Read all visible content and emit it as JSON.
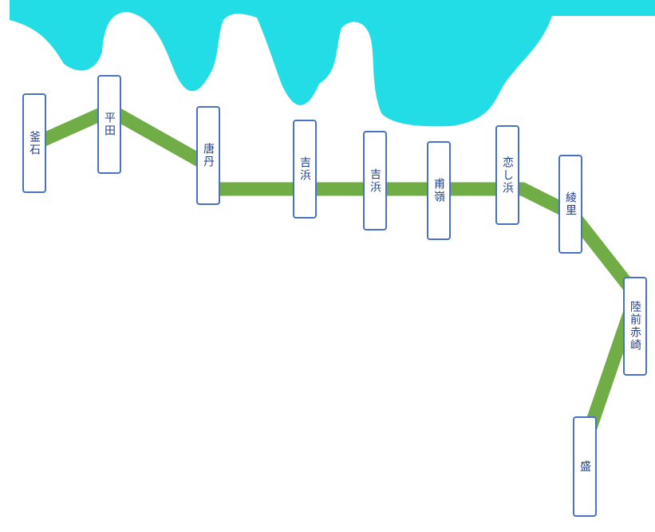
{
  "diagram": {
    "colors": {
      "sea": "#22dde6",
      "track": "#70ad47",
      "station_border": "#4a72c4",
      "station_text": "#1f3f8a"
    },
    "stations": [
      {
        "id": "kamaishi",
        "label": "釜石"
      },
      {
        "id": "heita",
        "label": "平田"
      },
      {
        "id": "toni",
        "label": "唐丹"
      },
      {
        "id": "sanriku",
        "label": "吉浜"
      },
      {
        "id": "yoshihama",
        "label": "吉浜"
      },
      {
        "id": "tomaiyama",
        "label": "甫嶺"
      },
      {
        "id": "koishihama",
        "label": "恋し浜"
      },
      {
        "id": "ryori",
        "label": "綾里"
      },
      {
        "id": "rikuzen-akasaki",
        "label": "陸前赤崎"
      },
      {
        "id": "sakari",
        "label": "盛"
      }
    ]
  }
}
